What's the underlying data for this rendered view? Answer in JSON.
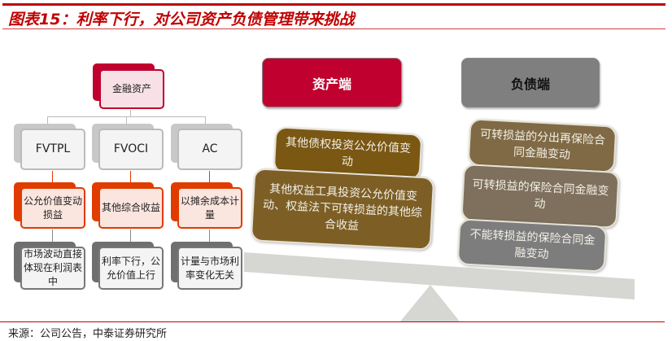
{
  "title": "图表15：利率下行，对公司资产负债管理带来挑战",
  "source": "来源：公司公告，中泰证券研究所",
  "colors": {
    "brand": "#c00000",
    "asset_side": "#c0002e",
    "liability_side": "#7f7f7f",
    "level3": "#e03c00",
    "level4": "#6f6f6f"
  },
  "tree": {
    "root": "金融资产",
    "categories": [
      {
        "name": "FVTPL",
        "treatment": "公允价值变动损益",
        "impact": "市场波动直接体现在利润表中"
      },
      {
        "name": "FVOCI",
        "treatment": "其他综合收益",
        "impact": "利率下行，公允价值上行"
      },
      {
        "name": "AC",
        "treatment": "以摊余成本计量",
        "impact": "计量与市场利率变化无关"
      }
    ]
  },
  "balance": {
    "asset_label": "资产端",
    "liability_label": "负债端",
    "asset_items": [
      "其他债权投资公允价值变动",
      "其他权益工具投资公允价值变动、权益法下可转损益的其他综合收益"
    ],
    "liability_items": [
      "可转损益的分出再保险合同金融变动",
      "可转损益的保险合同金融变动",
      "不能转损益的保险合同金融变动"
    ]
  }
}
